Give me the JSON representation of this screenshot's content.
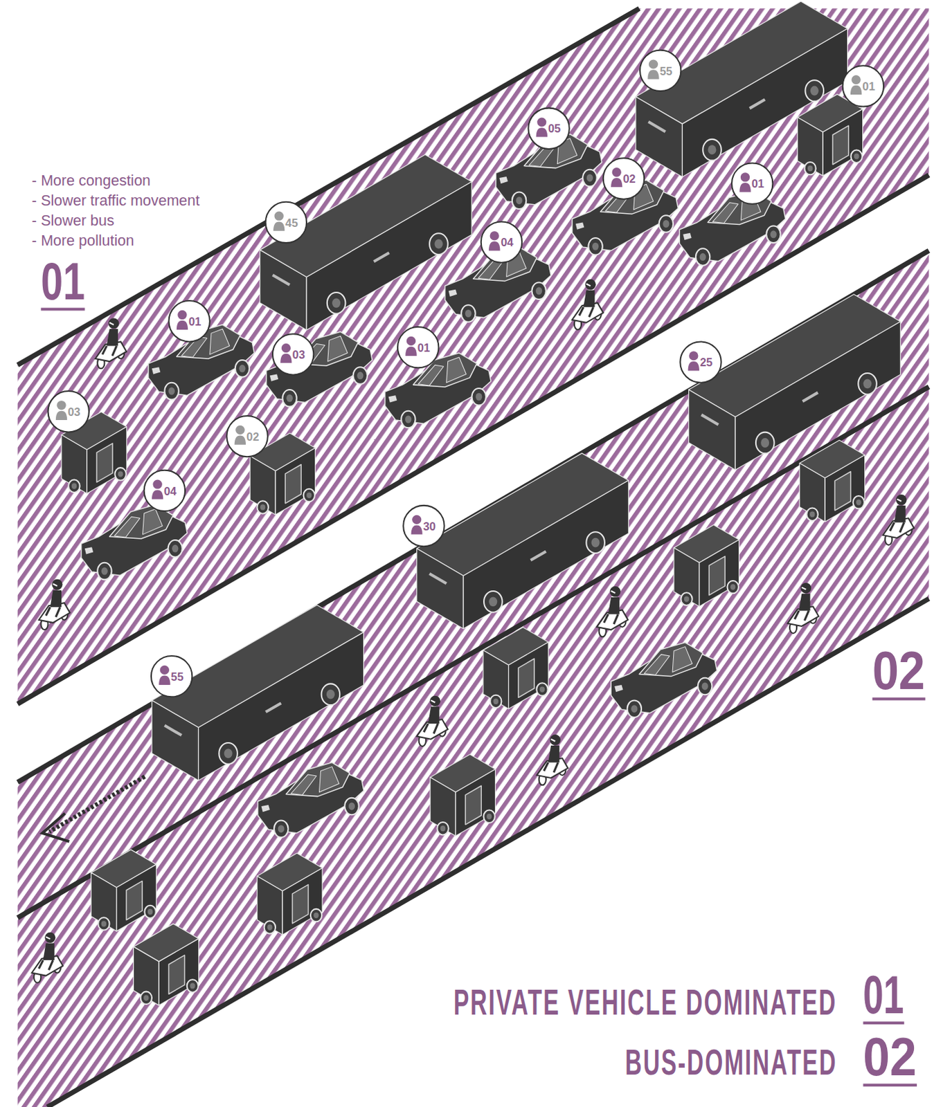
{
  "diagram": {
    "labels": [
      "- More congestion",
      "- Slower traffic movement",
      "- Slower bus",
      "- More pollution",
      "01",
      "55",
      "01",
      "05",
      "02",
      "01",
      "45",
      "04",
      "01",
      "03",
      "01",
      "03",
      "02",
      "04",
      "25",
      "30",
      "55",
      "02",
      "PRIVATE VEHICLE DOMINATED",
      "01",
      "BUS-DOMINATED",
      "02"
    ]
  }
}
